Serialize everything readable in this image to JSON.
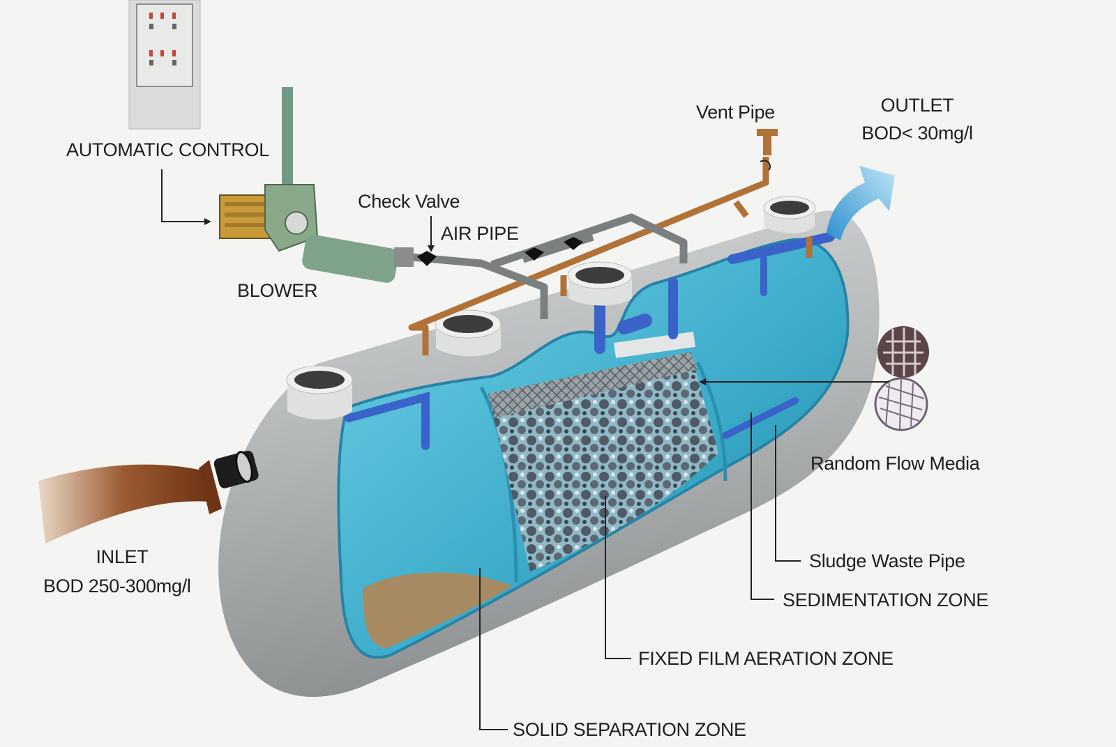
{
  "labels": {
    "automatic_control": "AUTOMATIC CONTROL",
    "blower": "BLOWER",
    "check_valve": "Check Valve",
    "air_pipe": "AIR PIPE",
    "vent_pipe": "Vent Pipe",
    "outlet_line1": "OUTLET",
    "outlet_line2": "BOD< 30mg/l",
    "inlet_line1": "INLET",
    "inlet_line2": "BOD 250-300mg/l",
    "random_flow_media": "Random Flow Media",
    "sludge_waste_pipe": "Sludge Waste Pipe",
    "sedimentation_zone": "SEDIMENTATION ZONE",
    "fixed_film_aeration_zone": "FIXED FILM AERATION ZONE",
    "solid_separation_zone": "SOLID SEPARATION ZONE"
  },
  "colors": {
    "background": "#f4f4f3",
    "tank_shell": "#b9bcbd",
    "water": "#3fb1cf",
    "water_dark": "#1f8aa8",
    "pipe_blue": "#3a63c9",
    "pipe_copper": "#b07236",
    "air_pipe_gray": "#7c7f80",
    "sludge": "#a88a62",
    "inlet_flow": "#8a4a25",
    "outlet_flow": "#4aa7dd",
    "blower_body": "#8aa98a",
    "blower_motor": "#c99a3a"
  }
}
